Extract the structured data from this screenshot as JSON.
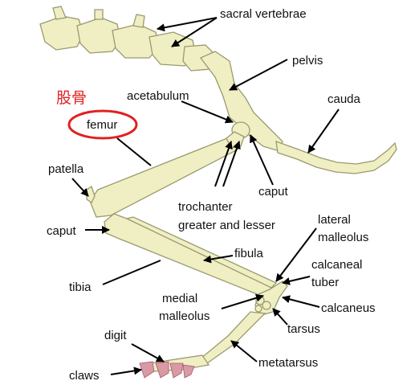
{
  "colors": {
    "bone_fill": "#f0efc4",
    "bone_stroke": "#9a9a6e",
    "claw_fill": "#d99aa6",
    "highlight": "#e02020",
    "annotation_text": "#e02020",
    "leader": "#000000"
  },
  "annotation": {
    "chinese_label": "股骨",
    "highlighted_term": "femur"
  },
  "labels": {
    "sacral_vertebrae": "sacral vertebrae",
    "pelvis": "pelvis",
    "acetabulum": "acetabulum",
    "cauda": "cauda",
    "patella": "patella",
    "trochanter": "trochanter",
    "greater_and_lesser": "greater and lesser",
    "caput_femur": "caput",
    "caput_tibia": "caput",
    "lateral": "lateral",
    "malleolus_lateral": "malleolus",
    "fibula": "fibula",
    "calcaneal": "calcaneal",
    "tuber": "tuber",
    "tibia": "tibia",
    "medial": "medial",
    "malleolus_medial": "malleolus",
    "calcaneus": "calcaneus",
    "tarsus": "tarsus",
    "digit": "digit",
    "metatarsus": "metatarsus",
    "claws": "claws"
  }
}
